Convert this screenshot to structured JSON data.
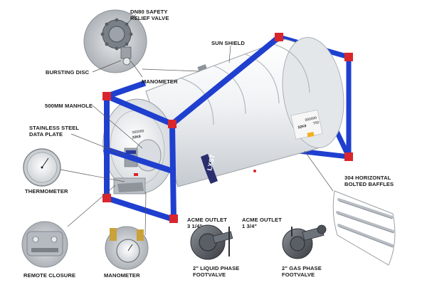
{
  "labels": {
    "safety_valve": [
      "DN80 SAFETY",
      "RELIEF VALVE"
    ],
    "sun_shield": "SUN SHIELD",
    "bursting_disc": "BURSTING DISC",
    "manometer_top": "MANOMETER",
    "manhole": "500MM MANHOLE",
    "data_plate": [
      "STAINLESS STEEL",
      "DATA PLATE"
    ],
    "thermometer": "THERMOMETER",
    "baffles": [
      "304 HORIZONTAL",
      "BOLTED BAFFLES"
    ],
    "acme_outlet_liquid": [
      "ACME OUTLET",
      "3 1/4\""
    ],
    "acme_outlet_gas": [
      "ACME OUTLET",
      "1 3/4\""
    ],
    "liquid_footvalve": [
      "2\" LIQUID PHASE",
      "FOOTVALVE"
    ],
    "gas_footvalve": [
      "2\" GAS PHASE",
      "FOOTVALVE"
    ],
    "remote_closure": "REMOTE CLOSURE",
    "manometer_bottom": "MANOMETER"
  },
  "tank_markings": {
    "side_code": "LXST",
    "serial": "000000",
    "type_code": "22K8",
    "tank_type": "T50"
  },
  "colors": {
    "frame_blue": "#1f3fcf",
    "corner_red": "#d8262c",
    "tank_white": "#f1f3f5",
    "tank_shade": "#c7ccd2",
    "plate_grey": "#9aa1a8"
  }
}
